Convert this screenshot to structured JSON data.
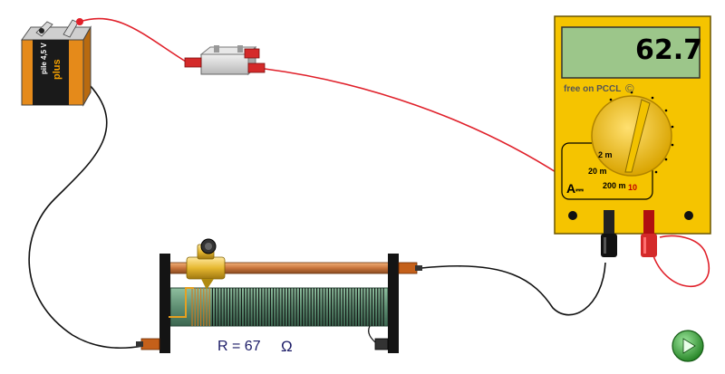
{
  "multimeter": {
    "display_value": "62.7",
    "brand": "free on PCCL",
    "brand_symbol": "©",
    "ranges": {
      "r1": "2 m",
      "r2": "20 m",
      "r3": "200 m",
      "r4": "10"
    },
    "mode": "A",
    "mode_symbol": "⎓"
  },
  "battery": {
    "label": "pile 4,5 V",
    "brand": "plus"
  },
  "rheostat": {
    "resistance_label": "R = 67",
    "unit": "Ω"
  },
  "controls": {
    "play_icon": "play-icon"
  },
  "colors": {
    "wire_red": "#e0202a",
    "wire_black": "#111111",
    "meter_body": "#f5c400",
    "lcd": "#9cc68a",
    "play_green": "#2a9a2a"
  }
}
